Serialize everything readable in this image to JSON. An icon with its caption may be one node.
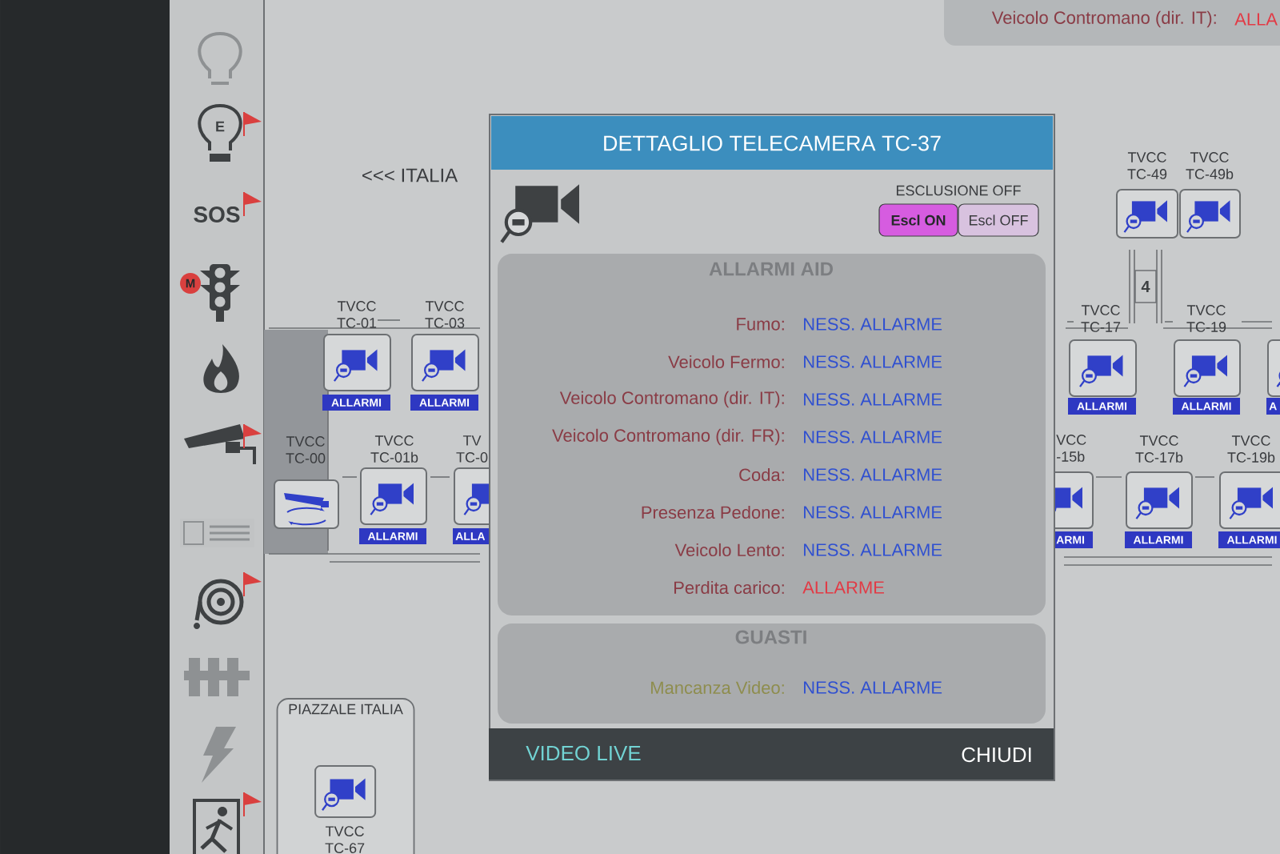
{
  "diagram": {
    "nodes": [
      {
        "text": [
          "Veicolo Contromano (dir. IT):",
          "ALLA"
        ]
      },
      {
        "text": [
          "DETTAGLIO TELECAMERA TC-37",
          "ESCLUSIONE OFF"
        ]
      },
      {
        "text": [
          "Escl ON"
        ],
        "in": 1
      },
      {
        "text": [
          "Escl OFF"
        ],
        "in": 1
      },
      {
        "text": [
          "ALLARMI AID",
          "Fumo:",
          "NESS. ALLARME",
          "Veicolo Fermo:",
          "NESS. ALLARME",
          "Veicolo Contromano (dir. IT):",
          "NESS. ALLARME",
          "Veicolo Contromano (dir. FR):",
          "NESS. ALLARME",
          "Coda:",
          "NESS. ALLARME",
          "Presenza Pedone:",
          "NESS. ALLARME",
          "Veicolo Lento:",
          "NESS. ALLARME",
          "Perdita carico:",
          "ALLARME"
        ],
        "in": 1
      },
      {
        "text": [
          "GUASTI",
          "Mancanza Video:",
          "NESS. ALLARME"
        ],
        "in": 1
      },
      {
        "text": [
          "VIDEO LIVE",
          "CHIUDI"
        ],
        "in": 1
      },
      {
        "text": [
          "TVCC TC-49"
        ]
      },
      {
        "text": [
          "TVCC TC-49b"
        ]
      },
      {
        "text": [
          "4"
        ]
      },
      {
        "text": [
          "TVCC TC-01",
          "ALLARMI"
        ]
      },
      {
        "text": [
          "TVCC TC-03",
          "ALLARMI"
        ]
      },
      {
        "text": [
          "TVCC TC-17",
          "ALLARMI"
        ]
      },
      {
        "text": [
          "TVCC TC-19",
          "ALLARMI"
        ]
      },
      {
        "text": [
          "A"
        ]
      },
      {
        "text": [
          "TVCC TC-00"
        ]
      },
      {
        "text": [
          "TVCC TC-01b",
          "ALLARMI"
        ]
      },
      {
        "text": [
          "TV TC-0",
          "ALLA"
        ]
      },
      {
        "text": [
          "VCC -15b",
          "ARMI"
        ]
      },
      {
        "text": [
          "TVCC TC-17b",
          "ALLARMI"
        ]
      },
      {
        "text": [
          "TVCC TC-19b",
          "ALLARMI"
        ]
      },
      {
        "text": [
          "PIAZZALE ITALIA"
        ]
      },
      {
        "text": [
          "TVCC TC-67"
        ],
        "in": 21
      }
    ],
    "labels": [
      "<<< ITALIA",
      "E",
      "SOS",
      "M"
    ]
  }
}
